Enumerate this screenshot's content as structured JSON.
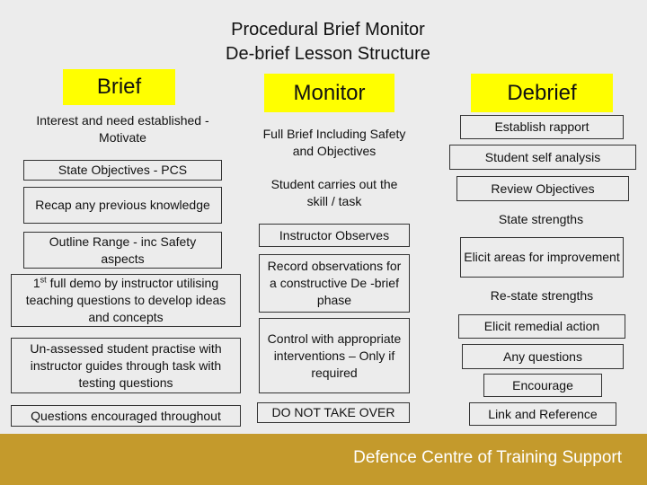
{
  "title": {
    "line1": "Procedural Brief Monitor",
    "line2": "De-brief Lesson Structure"
  },
  "columns": {
    "brief": {
      "heading": "Brief",
      "items": [
        "Interest and need established -Motivate",
        "State Objectives - PCS",
        "Recap any previous knowledge",
        "Outline Range - inc Safety aspects",
        "full demo by instructor utilising teaching questions to develop ideas and concepts",
        "Un-assessed student practise with instructor guides through task with testing questions",
        "Questions encouraged throughout"
      ],
      "demo_prefix": "1",
      "demo_sup": "st"
    },
    "monitor": {
      "heading": "Monitor",
      "items": [
        "Full Brief Including Safety and Objectives",
        "Student carries out the skill / task",
        "Instructor Observes",
        "Record observations for a constructive De -brief phase",
        "Control with appropriate interventions – Only if required",
        "DO NOT TAKE OVER"
      ]
    },
    "debrief": {
      "heading": "Debrief",
      "items": [
        "Establish rapport",
        "Student self analysis",
        "Review Objectives",
        "State strengths",
        "Elicit areas for improvement",
        "Re-state strengths",
        "Elicit remedial action",
        "Any questions",
        "Encourage",
        "Link and Reference"
      ]
    }
  },
  "footer": {
    "text": "Defence Centre of Training Support"
  },
  "colors": {
    "heading_bg": "#ffff00",
    "footer_bg": "#c49a2c",
    "background": "#ececec"
  }
}
